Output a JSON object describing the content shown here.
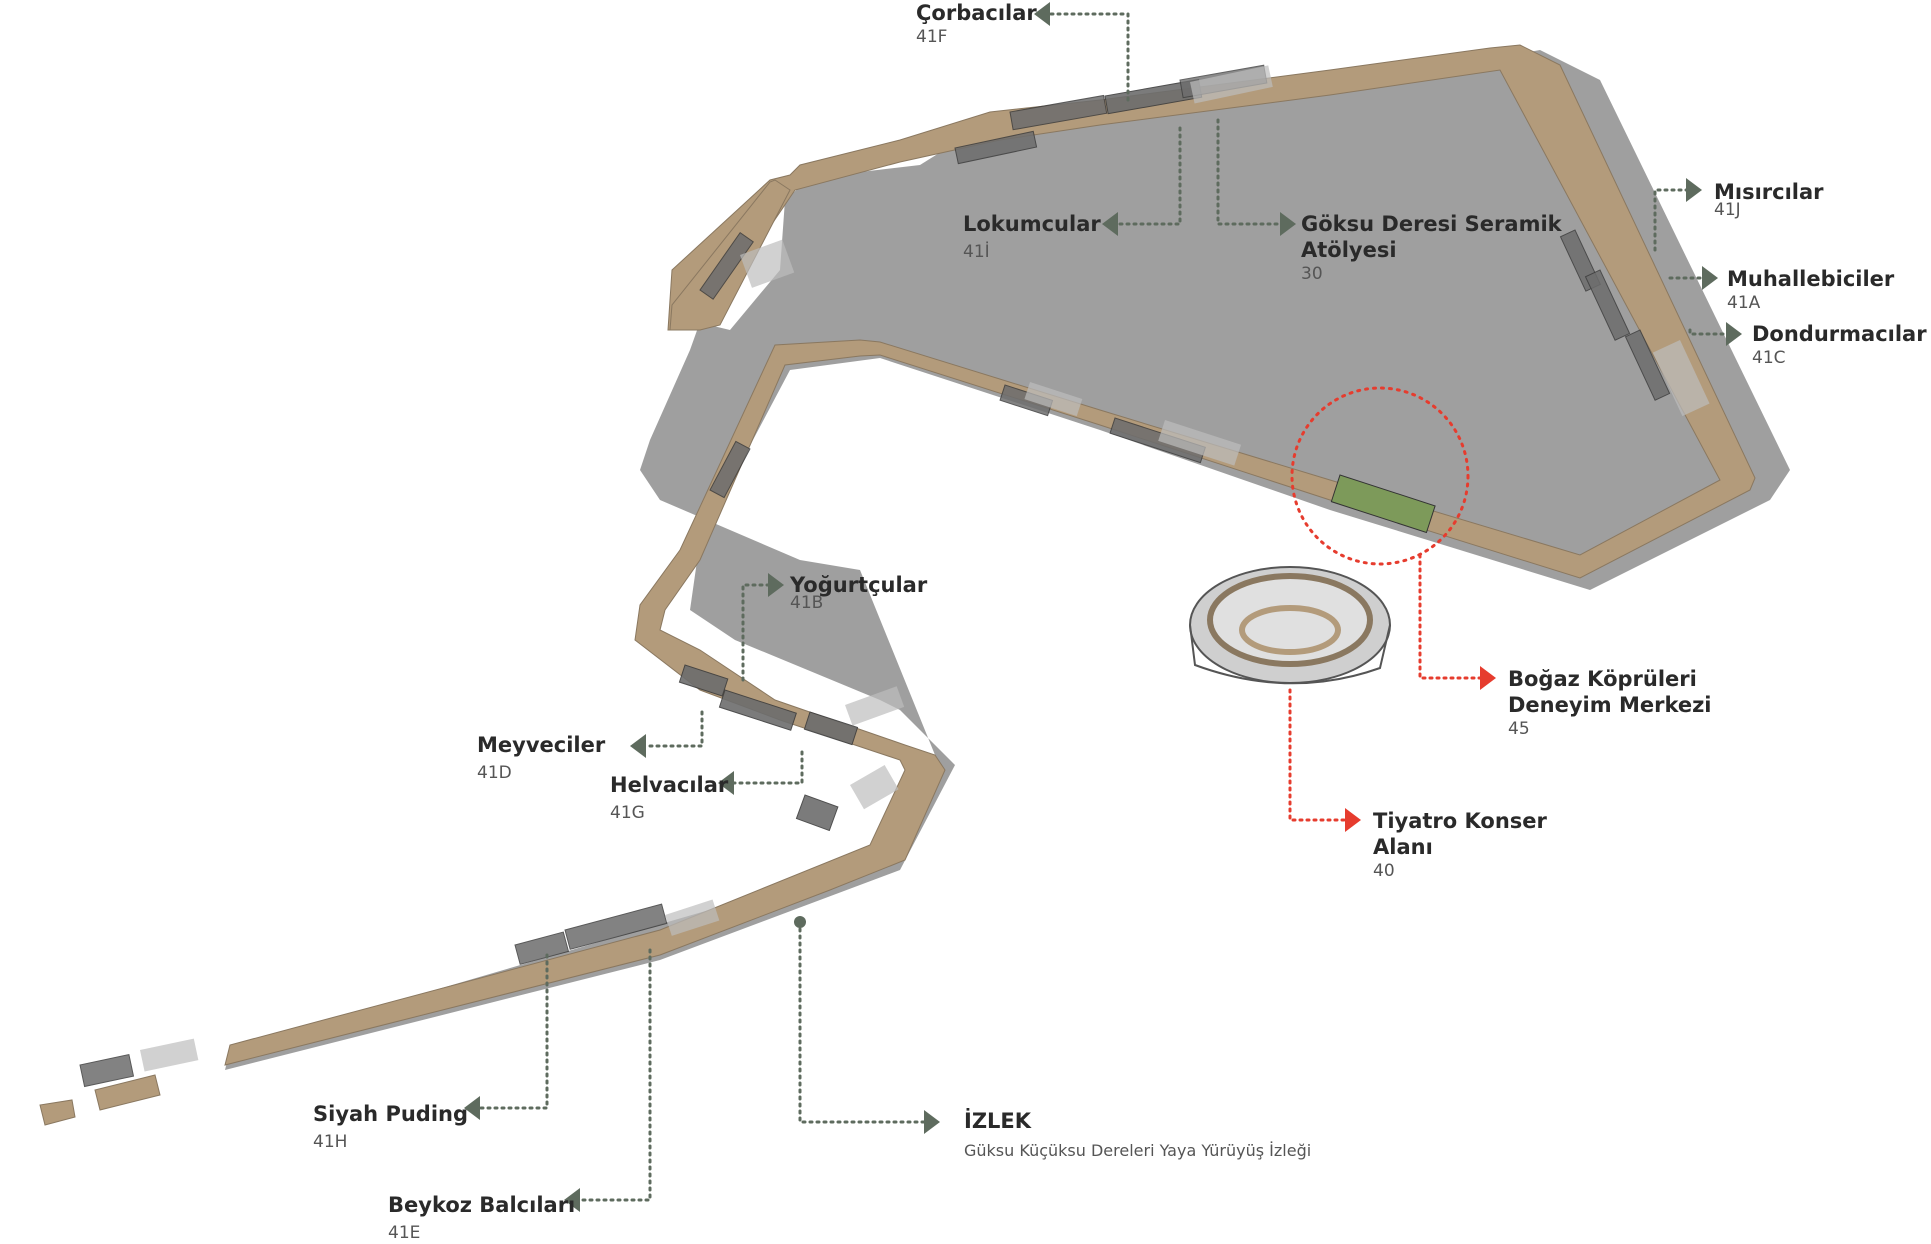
{
  "colors": {
    "path": "#b39b7b",
    "path_edge": "#8a7860",
    "side": "#8e8e8e",
    "shadow": "#bdbdbd",
    "stall": "#6d6d6d",
    "leader": "#5e6b5e",
    "leader_red": "#e63c2e"
  },
  "labels": [
    {
      "id": "corbacilar",
      "title": "Çorbacılar",
      "code": "41F"
    },
    {
      "id": "lokumcular",
      "title": "Lokumcular",
      "code": "41İ"
    },
    {
      "id": "goksu",
      "title": "Göksu Deresi Seramik",
      "title2": "Atölyesi",
      "code": "30"
    },
    {
      "id": "misircilar",
      "title": "Mısırcılar",
      "code": "41J"
    },
    {
      "id": "muhallebiciler",
      "title": "Muhallebiciler",
      "code": "41A"
    },
    {
      "id": "dondurmacilar",
      "title": "Dondurmacılar",
      "code": "41C"
    },
    {
      "id": "yogurtcular",
      "title": "Yoğurtçular",
      "code": "41B"
    },
    {
      "id": "meyveciler",
      "title": "Meyveciler",
      "code": "41D"
    },
    {
      "id": "helvacilar",
      "title": "Helvacılar",
      "code": "41G"
    },
    {
      "id": "bogaz",
      "title": "Boğaz Köprüleri",
      "title2": "Deneyim Merkezi",
      "code": "45"
    },
    {
      "id": "tiyatro",
      "title": "Tiyatro Konser",
      "title2": "Alanı",
      "code": "40"
    },
    {
      "id": "siyah",
      "title": "Siyah Puding",
      "code": "41H"
    },
    {
      "id": "beykoz",
      "title": "Beykoz Balcıları",
      "code": "41E"
    },
    {
      "id": "izlek",
      "title": "İZLEK",
      "desc": "Güksu Küçüksu Dereleri Yaya Yürüyüş İzleği"
    }
  ]
}
